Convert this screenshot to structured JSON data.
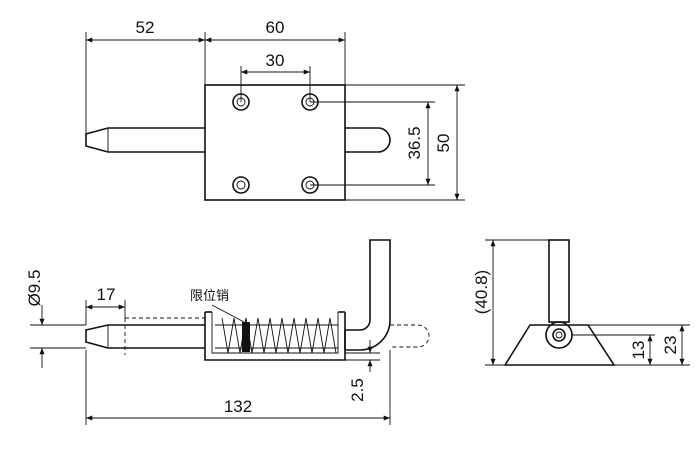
{
  "dims": {
    "top_52": "52",
    "top_60": "60",
    "top_30": "30",
    "right_36_5": "36.5",
    "right_50": "50",
    "diam_9_5": "Ø9.5",
    "len_17": "17",
    "len_132": "132",
    "gap_2_5": "2.5",
    "h_40_8": "(40.8)",
    "h_13": "13",
    "h_23": "23"
  },
  "callout": {
    "limit_pin": "限位销"
  }
}
